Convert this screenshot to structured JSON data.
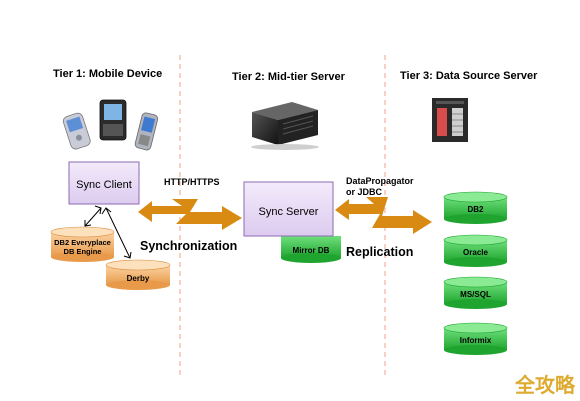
{
  "tiers": {
    "tier1": "Tier 1: Mobile Device",
    "tier2": "Tier 2: Mid-tier Server",
    "tier3": "Tier 3: Data Source Server"
  },
  "nodes": {
    "sync_client": "Sync Client",
    "sync_server": "Sync Server",
    "db2_everyplace_line1": "DB2 Everyplace",
    "db2_everyplace_line2": "DB Engine",
    "derby": "Derby",
    "mirror_db": "Mirror DB",
    "sources": [
      "DB2",
      "Oracle",
      "MS/SQL",
      "Informix"
    ]
  },
  "protocols": {
    "http": "HTTP/HTTPS",
    "dataprop_line1": "DataPropagator",
    "dataprop_line2": "or JDBC"
  },
  "processes": {
    "synchronization": "Synchronization",
    "replication": "Replication"
  },
  "watermark": "全攻略",
  "colors": {
    "sync_box_fill": "#e9dcf5",
    "sync_box_stroke": "#8e6ab0",
    "db_orange": "#f4b877",
    "db_green": "#38c24a",
    "arrow_orange": "#d98a12",
    "divider": "#f0a08a"
  }
}
